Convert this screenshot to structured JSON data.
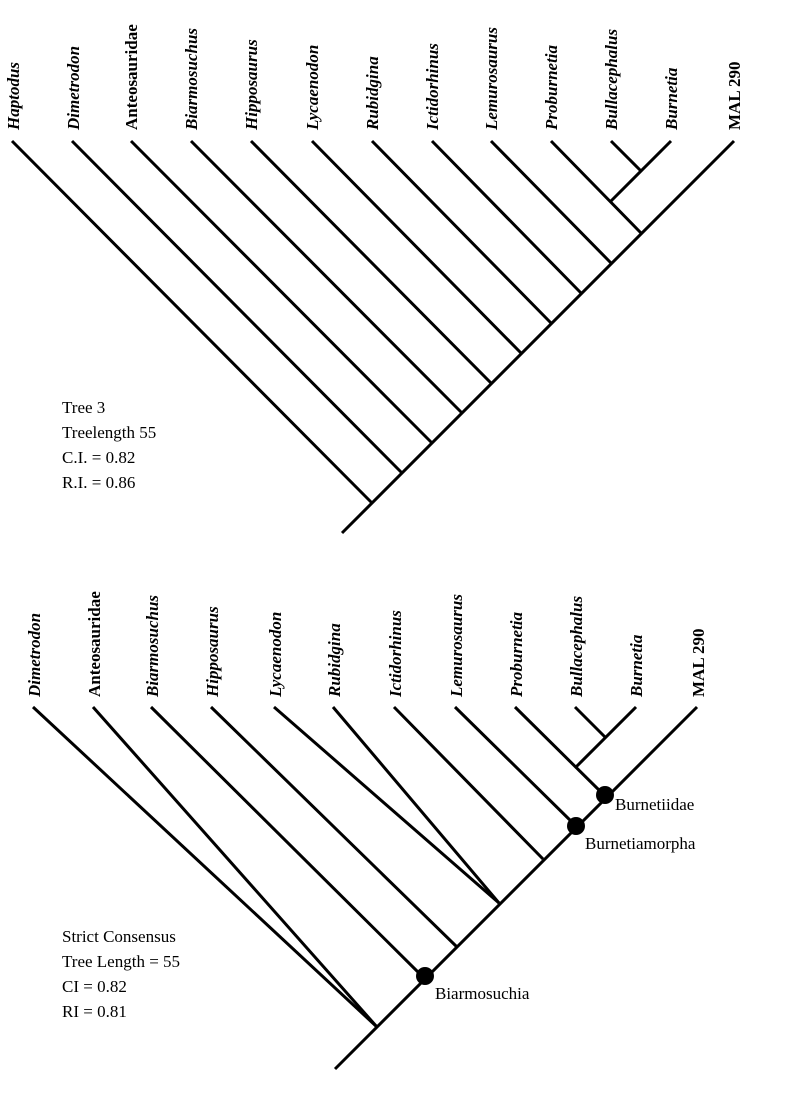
{
  "tree3": {
    "taxa": [
      {
        "name": "Haptodus",
        "italic": true
      },
      {
        "name": "Dimetrodon",
        "italic": true
      },
      {
        "name": "Anteosauridae",
        "italic": false
      },
      {
        "name": "Biarmosuchus",
        "italic": true
      },
      {
        "name": "Hipposaurus",
        "italic": true
      },
      {
        "name": "Lycaenodon",
        "italic": true
      },
      {
        "name": "Rubidgina",
        "italic": true
      },
      {
        "name": "Ictidorhinus",
        "italic": true
      },
      {
        "name": "Lemurosaurus",
        "italic": true
      },
      {
        "name": "Proburnetia",
        "italic": true
      },
      {
        "name": "Bullacephalus",
        "italic": true
      },
      {
        "name": "Burnetia",
        "italic": true
      },
      {
        "name": "MAL 290",
        "italic": false
      }
    ],
    "stats": [
      "Tree 3",
      "Treelength 55",
      "C.I. = 0.82",
      "R.I. = 0.86"
    ]
  },
  "consensus": {
    "taxa": [
      {
        "name": "Dimetrodon",
        "italic": true
      },
      {
        "name": "Anteosauridae",
        "italic": false
      },
      {
        "name": "Biarmosuchus",
        "italic": true
      },
      {
        "name": "Hipposaurus",
        "italic": true
      },
      {
        "name": "Lycaenodon",
        "italic": true
      },
      {
        "name": "Rubidgina",
        "italic": true
      },
      {
        "name": "Ictidorhinus",
        "italic": true
      },
      {
        "name": "Lemurosaurus",
        "italic": true
      },
      {
        "name": "Proburnetia",
        "italic": true
      },
      {
        "name": "Bullacephalus",
        "italic": true
      },
      {
        "name": "Burnetia",
        "italic": true
      },
      {
        "name": "MAL 290",
        "italic": false
      }
    ],
    "stats": [
      "Strict Consensus",
      "Tree Length = 55",
      "CI = 0.82",
      "RI = 0.81"
    ],
    "clades": {
      "biarmosuchia": "Biarmosuchia",
      "burnetiamorpha": "Burnetiamorpha",
      "burnetiidae": "Burnetiidae"
    }
  }
}
